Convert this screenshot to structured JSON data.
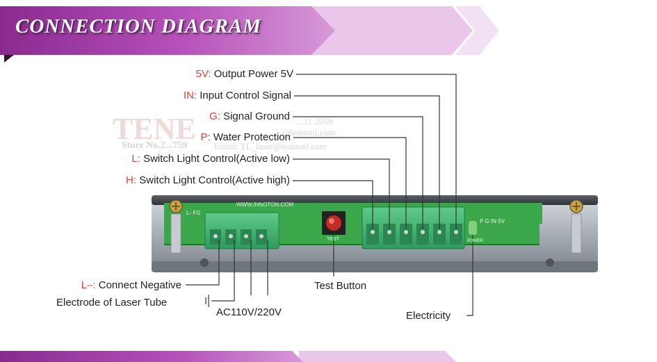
{
  "banner": {
    "title": "CONNECTION DIAGRAM"
  },
  "pins": [
    {
      "code": "5V",
      "sep": ":",
      "desc": " Output Power 5V"
    },
    {
      "code": "IN",
      "sep": ":",
      "desc": " Input Control Signal"
    },
    {
      "code": "G",
      "sep": ":",
      "desc": " Signal Ground"
    },
    {
      "code": "P",
      "sep": ":",
      "desc": " Water Protection"
    },
    {
      "code": "L",
      "sep": ":",
      "desc": " Switch Light Control(Active low)"
    },
    {
      "code": "H",
      "sep": ":",
      "desc": " Switch Light Control(Active high)"
    }
  ],
  "bottom_labels": {
    "laser_code": "L–:",
    "laser_line1": " Connect Negative",
    "laser_line2": "Electrode of Laser Tube",
    "ac": "AC110V/220V",
    "test": "Test Button",
    "electricity": "Electricity"
  },
  "board": {
    "url": "WWW.INNOTON.COM",
    "button_label": "TEST",
    "led_label": "POWER",
    "left_silk": [
      "L-",
      "FG"
    ],
    "right_silk": [
      "P",
      "G",
      "IN",
      "5V"
    ]
  },
  "watermark": {
    "brand": "TENE",
    "store": "Store No.2...759",
    "line_a": "...@hotmail.com",
    "line_b": "Email: TL_laser@hotmail.com",
    "number": "...11 2059"
  },
  "colors": {
    "banner_dark": "#8a2a8f",
    "banner_light": "#e9c6ea",
    "pcb": "#3aa84a",
    "terminal": "#3fb070",
    "label_code": "#e0403c"
  }
}
